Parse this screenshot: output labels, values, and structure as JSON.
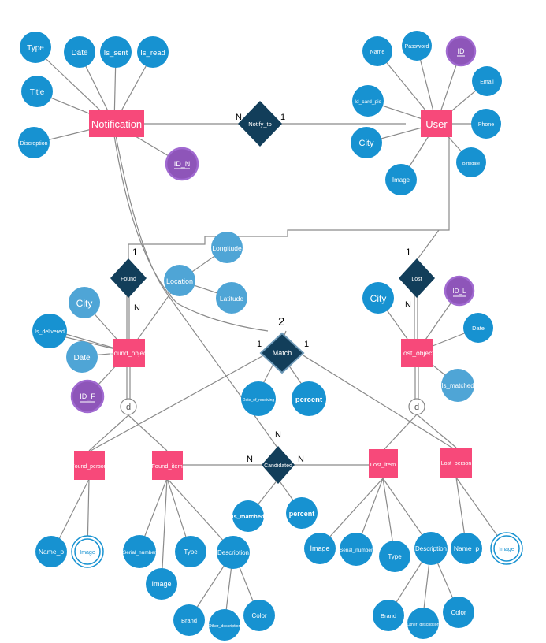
{
  "colors": {
    "entity": "#f7497a",
    "attribute": "#1792d1",
    "attribute_light": "#4fa5d6",
    "key": "#8e55b9",
    "key_stroke": "#a16ad1",
    "relationship": "#123e5a",
    "line": "#8a8a8a",
    "text": "#ffffff",
    "card_text": "#000000"
  },
  "entities": {
    "notification": "Notification",
    "user": "User",
    "found_object": "Found_object",
    "lost_object": "Lost_object",
    "found_person": "Found_person",
    "found_item": "Found_item",
    "lost_item": "Lost_item",
    "lost_person": "Lost_person"
  },
  "relationships": {
    "notify_to": "Notify_to",
    "found": "Found",
    "lost": "Lost",
    "match": "Match",
    "candidated": "Candidated"
  },
  "attributes": {
    "notification": [
      "Type",
      "Date",
      "Is_sent",
      "Is_read",
      "Title",
      "Discreption"
    ],
    "notification_key": "ID_N",
    "user": [
      "Name",
      "Password",
      "Email",
      "Id_card_pic",
      "Phone",
      "City",
      "Image",
      "Birthdate"
    ],
    "user_key": "ID",
    "found_location": "Location",
    "longitude": "Longitude",
    "latitude": "Latitude",
    "found_object": [
      "City",
      "Is_delivered",
      "Date"
    ],
    "found_object_key": "ID_F",
    "lost_object": [
      "City",
      "Date",
      "Is_matched"
    ],
    "lost_object_key": "ID_L",
    "match": [
      "Date_of_receiving",
      "percent"
    ],
    "candidated": [
      "Is_matched",
      "percent"
    ],
    "found_person": [
      "Name_p",
      "Image"
    ],
    "found_item": [
      "Serial_number",
      "Type",
      "Image",
      "Description",
      "Brand",
      "Other_description",
      "Color"
    ],
    "lost_item": [
      "Image",
      "Serial_number",
      "Type",
      "Description",
      "Brand",
      "Other_description",
      "Color"
    ],
    "lost_person": [
      "Name_p",
      "Image"
    ]
  },
  "cardinalities": {
    "notify_left": "N",
    "notify_right": "1",
    "found_top": "1",
    "found_bottom": "N",
    "lost_top": "1",
    "lost_bottom": "N",
    "match_top": "2",
    "match_left": "1",
    "match_right": "1",
    "cand_top": "N",
    "cand_left": "N",
    "cand_right": "N"
  },
  "specialization": {
    "found": "d",
    "lost": "d"
  }
}
